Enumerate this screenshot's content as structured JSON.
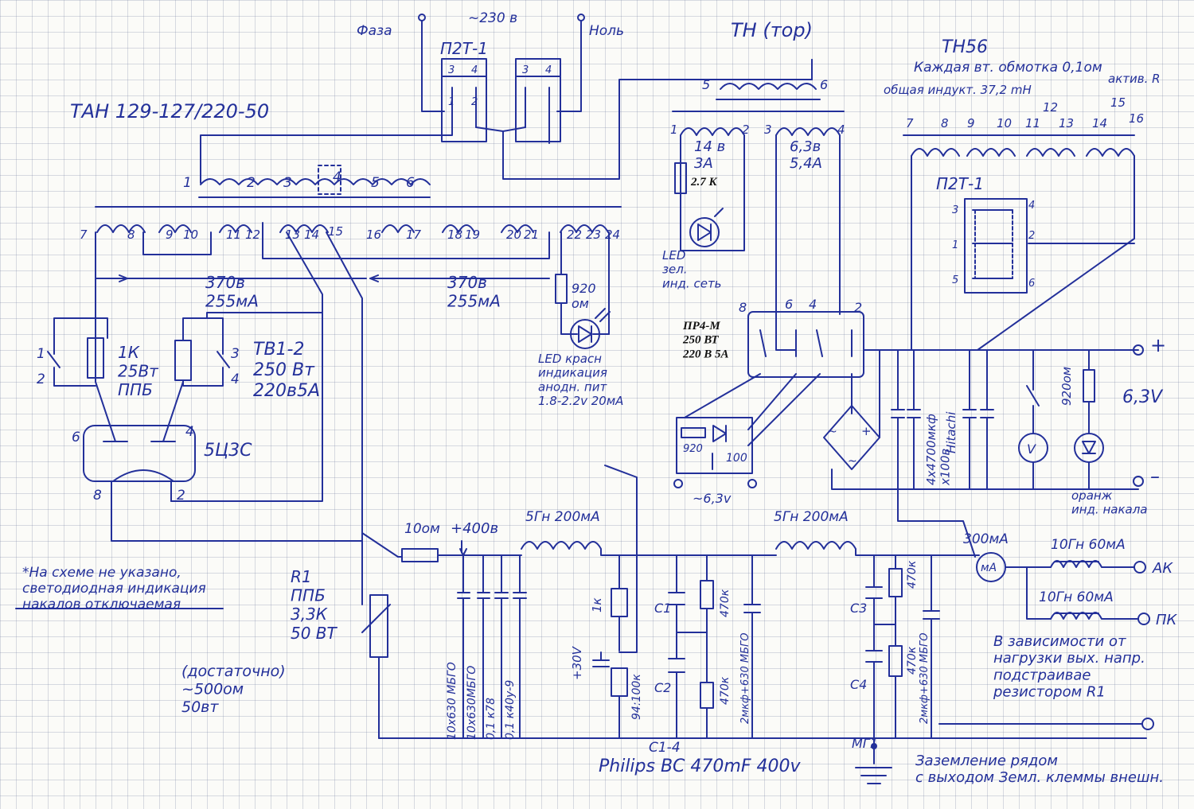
{
  "mains": {
    "voltage": "~230 в",
    "phase": "Фаза",
    "neutral": "Ноль",
    "switch": "П2Т-1",
    "pins": [
      "3",
      "4",
      "1",
      "2",
      "3",
      "4"
    ]
  },
  "transformer_main": {
    "title": "ТАН 129-127/220-50",
    "primary_pins": [
      "1",
      "2",
      "3",
      "4",
      "5",
      "6"
    ],
    "secondary_pins": [
      "7",
      "8",
      "9",
      "10",
      "11",
      "12",
      "13",
      "14",
      "15",
      "16",
      "17",
      "18",
      "19",
      "20",
      "21",
      "22",
      "23",
      "24"
    ],
    "winding_left": "370в\n255мА",
    "winding_right": "370в\n255мА"
  },
  "tn_tor": {
    "title": "ТН (тор)",
    "pins": [
      "5",
      "6"
    ]
  },
  "tn_small": {
    "pins": [
      "1",
      "2",
      "3",
      "4"
    ],
    "left_winding": "14 в\n3А",
    "right_winding": "6,3в\n5,4А",
    "resistor": "2.7 K",
    "led_label": "LED\nзел.\nинд. сеть"
  },
  "tn56": {
    "title": "ТН56",
    "note_line1": "Каждая вт. обмотка 0,1ом",
    "note_line2": "общая индукт. 37,2 mH",
    "note_line3": "актив. R",
    "pins": [
      "7",
      "8",
      "9",
      "10",
      "11",
      "12",
      "13",
      "14",
      "15",
      "16"
    ],
    "switch": "П2Т-1",
    "switch_pins": [
      "3",
      "4",
      "1",
      "2",
      "5",
      "6"
    ]
  },
  "rectifier": {
    "tube": "5Ц3С",
    "pins": [
      "6",
      "4",
      "8",
      "2"
    ]
  },
  "resistor_1k": {
    "label": "1К\n25Вт\nППБ",
    "pins": [
      "1",
      "2"
    ]
  },
  "switch_tv": {
    "label": "ТВ1-2\n250 Вт\n220в5А",
    "pins": [
      "3",
      "4"
    ]
  },
  "led_anode": {
    "resistor": "920\nом",
    "label": "LED красн\nиндикация\nанодн. пит\n1.8-2.2v 20мА"
  },
  "pr4m": {
    "label": "ПР4-М\n250 ВТ\n220 В 5А",
    "pins": [
      "8",
      "6",
      "4",
      "2"
    ]
  },
  "filament_led": {
    "resistor": "920",
    "pot": "100",
    "voltage": "~6,3v"
  },
  "filament_output": {
    "caps": "4х4700мкф\nх100в",
    "brand": "Hitachi",
    "resistor": "920ом",
    "plus": "+",
    "minus": "–",
    "voltage": "6,3V",
    "led_label": "оранж\nинд. накала"
  },
  "anode_filter": {
    "r_series": "10ом",
    "voltage": "+400в",
    "choke1": "5Гн 200мА",
    "choke2": "5Гн 200мА",
    "caps": [
      "10х630 МБГО",
      "10х630МБГО",
      "0,1 к78",
      "0,1 к40у-9"
    ],
    "c_group": "С1-4",
    "c_brand": "Philips BC 470mF 400v",
    "c1": "С1",
    "c2": "С2",
    "c3": "С3",
    "c4": "С4",
    "bias_cap": "+30V",
    "r_1k": "1к",
    "r_94k": "94:100к",
    "r_470k": [
      "470к",
      "470к",
      "470к",
      "470к"
    ],
    "mbgo": [
      "2мкф+630 МБГО",
      "2мкф+630 МБГО"
    ],
    "ground": "МГ1",
    "ground_note": "Заземление рядом\nс выходом Земл. клеммы внешн."
  },
  "r1": {
    "label": "R1\nППБ\n3,3К\n50 ВТ",
    "note": "(достаточно)\n~500ом\n50вт"
  },
  "meter": {
    "label": "300мА",
    "symbol": "мА"
  },
  "outputs": {
    "ak_choke": "10Гн 60мА",
    "pk_choke": "10Гн 60мА",
    "ak": "АК",
    "pk": "ПК",
    "note": "В зависимости от\nнагрузки вых. напр.\nподстраивае\nрезистором R1"
  },
  "footnote": "*На схеме не указано,\nсветодиодная индикация\nнакалов отключаемая"
}
